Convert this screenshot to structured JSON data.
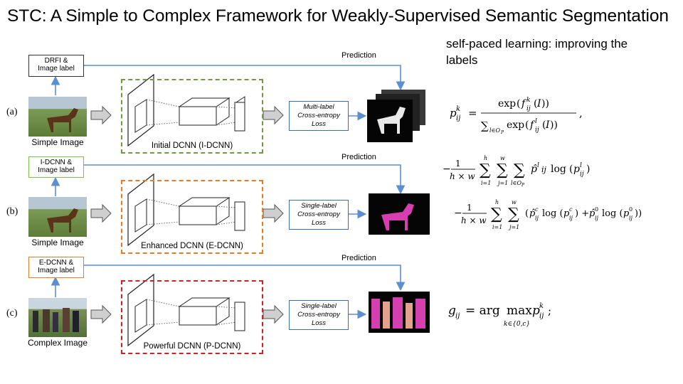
{
  "title": "STC: A Simple to Complex Framework for Weakly-Supervised Semantic Segmentation",
  "note": "self-paced learning: improving the labels",
  "prediction_label": "Prediction",
  "rows": [
    {
      "tag": "(a)",
      "label_line1": "DRFI &",
      "label_line2": "Image label",
      "image_caption": "Simple Image",
      "network": "Initial DCNN (I-DCNN)",
      "loss_line1": "Multi-label",
      "loss_line2": "Cross-entropy",
      "loss_line3": "Loss"
    },
    {
      "tag": "(b)",
      "label_line1": "I-DCNN &",
      "label_line2": "Image label",
      "image_caption": "Simple Image",
      "network": "Enhanced DCNN (E-DCNN)",
      "loss_line1": "Single-label",
      "loss_line2": "Cross-entropy",
      "loss_line3": "Loss"
    },
    {
      "tag": "(c)",
      "label_line1": "E-DCNN &",
      "label_line2": "Image label",
      "image_caption": "Complex Image",
      "network": "Powerful DCNN (P-DCNN)",
      "loss_line1": "Single-label",
      "loss_line2": "Cross-entropy",
      "loss_line3": "Loss"
    }
  ],
  "colors": {
    "row_a_border": "#6f9a3e",
    "row_b_border": "#ec7a25",
    "row_c_border": "#cc2222",
    "loss_border": "#3d6fb6",
    "arrow_blue": "#5b8fd0",
    "mask_magenta": "#d63fb0"
  }
}
